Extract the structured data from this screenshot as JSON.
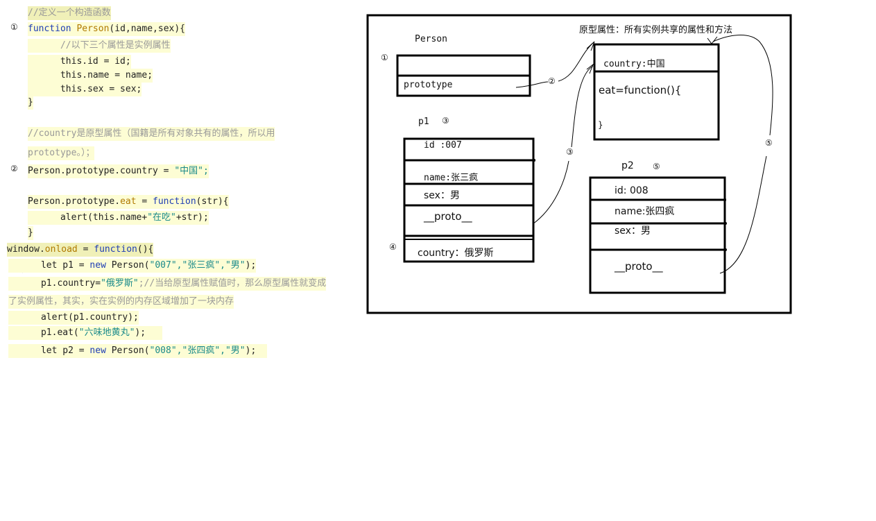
{
  "code": {
    "l1_comment": "//定义一个构造函数",
    "l2_kw": "function",
    "l2_name": "Person",
    "l2_args": "(id,name,sex){",
    "l3_comment": "//以下三个属性是实例属性",
    "l4": "this.id = id;",
    "l5": "this.name = name;",
    "l6": "this.sex = sex;",
    "l7": "}",
    "l8_comment": "//country是原型属性（国籍是所有对象共有的属性，所以用",
    "l9_comment": "prototype。）；",
    "l10_pre": "Person.prototype.country = ",
    "l10_str": "\"中国\";",
    "l11_pre": "Person.prototype.",
    "l11_fn": "eat",
    "l11_mid": " = ",
    "l11_kw": "function",
    "l11_args": "(str){",
    "l12_pre": "alert(this.name+",
    "l12_str": "\"在吃\"",
    "l12_post": "+str);",
    "l13": "}",
    "l14_pre": "window.",
    "l14_fn": "onload",
    "l14_mid": " = ",
    "l14_kw": "function",
    "l14_post": "(){",
    "l15_pre": "let p1 = ",
    "l15_kw": "new",
    "l15_post": " Person(",
    "l15_args": "\"007\",\"张三疯\",\"男\"",
    "l15_end": ");",
    "l16_pre": "p1.country=",
    "l16_str": "\"俄罗斯\"",
    "l16_comment": ";//当给原型属性赋值时，那么原型属性就变成",
    "l17_comment": "了实例属性，其实，实在实例的内存区域增加了一块内存",
    "l18": "alert(p1.country);",
    "l19_pre": "p1.eat(",
    "l19_str": "\"六味地黄丸\"",
    "l19_end": ");",
    "l20_pre": "let p2 = ",
    "l20_kw": "new",
    "l20_post": " Person(",
    "l20_args": "\"008\",\"张四疯\",\"男\"",
    "l20_end": ");"
  },
  "markers": {
    "m1": "①",
    "m2": "②",
    "m3": "③",
    "m4": "④",
    "m5": "⑤"
  },
  "diagram": {
    "person_label": "Person",
    "prototype_field": "prototype",
    "proto_title": "原型属性：所有实例共享的属性和方法",
    "country_field": "country:中国",
    "eat_field": "eat=function(){",
    "eat_close": "}",
    "p1_label": "p1",
    "p1_id": "id :007",
    "p1_name": "name:张三疯",
    "p1_sex": "sex：男",
    "p1_proto": "__proto__",
    "p1_country": "country：俄罗斯",
    "p2_label": "p2",
    "p2_id": "id: 008",
    "p2_name": "name:张四疯",
    "p2_sex": "sex：男",
    "p2_proto": "__proto__"
  }
}
